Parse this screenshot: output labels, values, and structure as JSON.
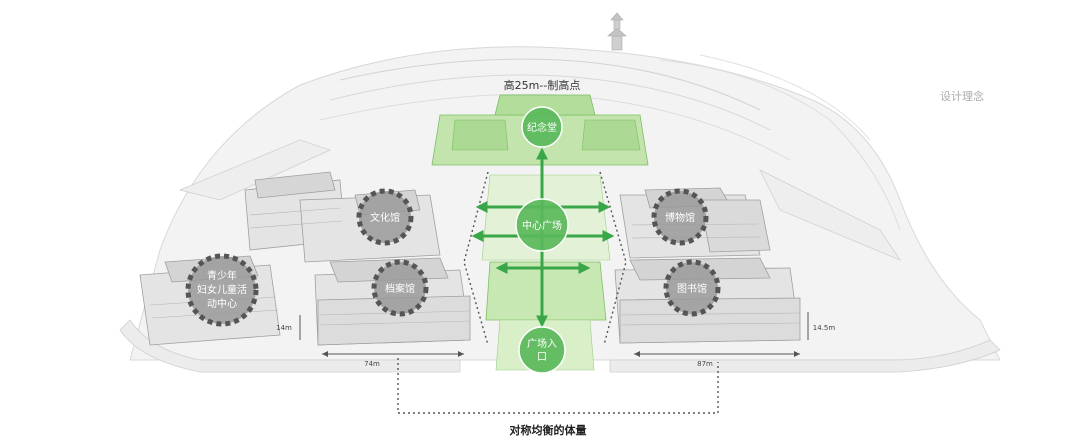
{
  "corner_title": "设计理念",
  "top_label": "高25m--制高点",
  "caption": "对称均衡的体量",
  "buildings": {
    "memorial": "纪念堂",
    "central_plaza": "中心广场",
    "plaza_entrance_line1": "广场入",
    "plaza_entrance_line2": "口",
    "culture": "文化馆",
    "museum": "博物馆",
    "archives": "档案馆",
    "library": "图书馆",
    "youth_line1": "青少年",
    "youth_line2": "妇女儿童活",
    "youth_line3": "动中心"
  },
  "dimensions": {
    "left_width": "74m",
    "right_width": "87m",
    "left_height": "14m",
    "right_height": "14.5m"
  },
  "colors": {
    "accent_green": "#3aa64a",
    "light_green": "#a6d98a",
    "circle_gray": "#9a9a9a",
    "dash_gray": "#555555"
  }
}
